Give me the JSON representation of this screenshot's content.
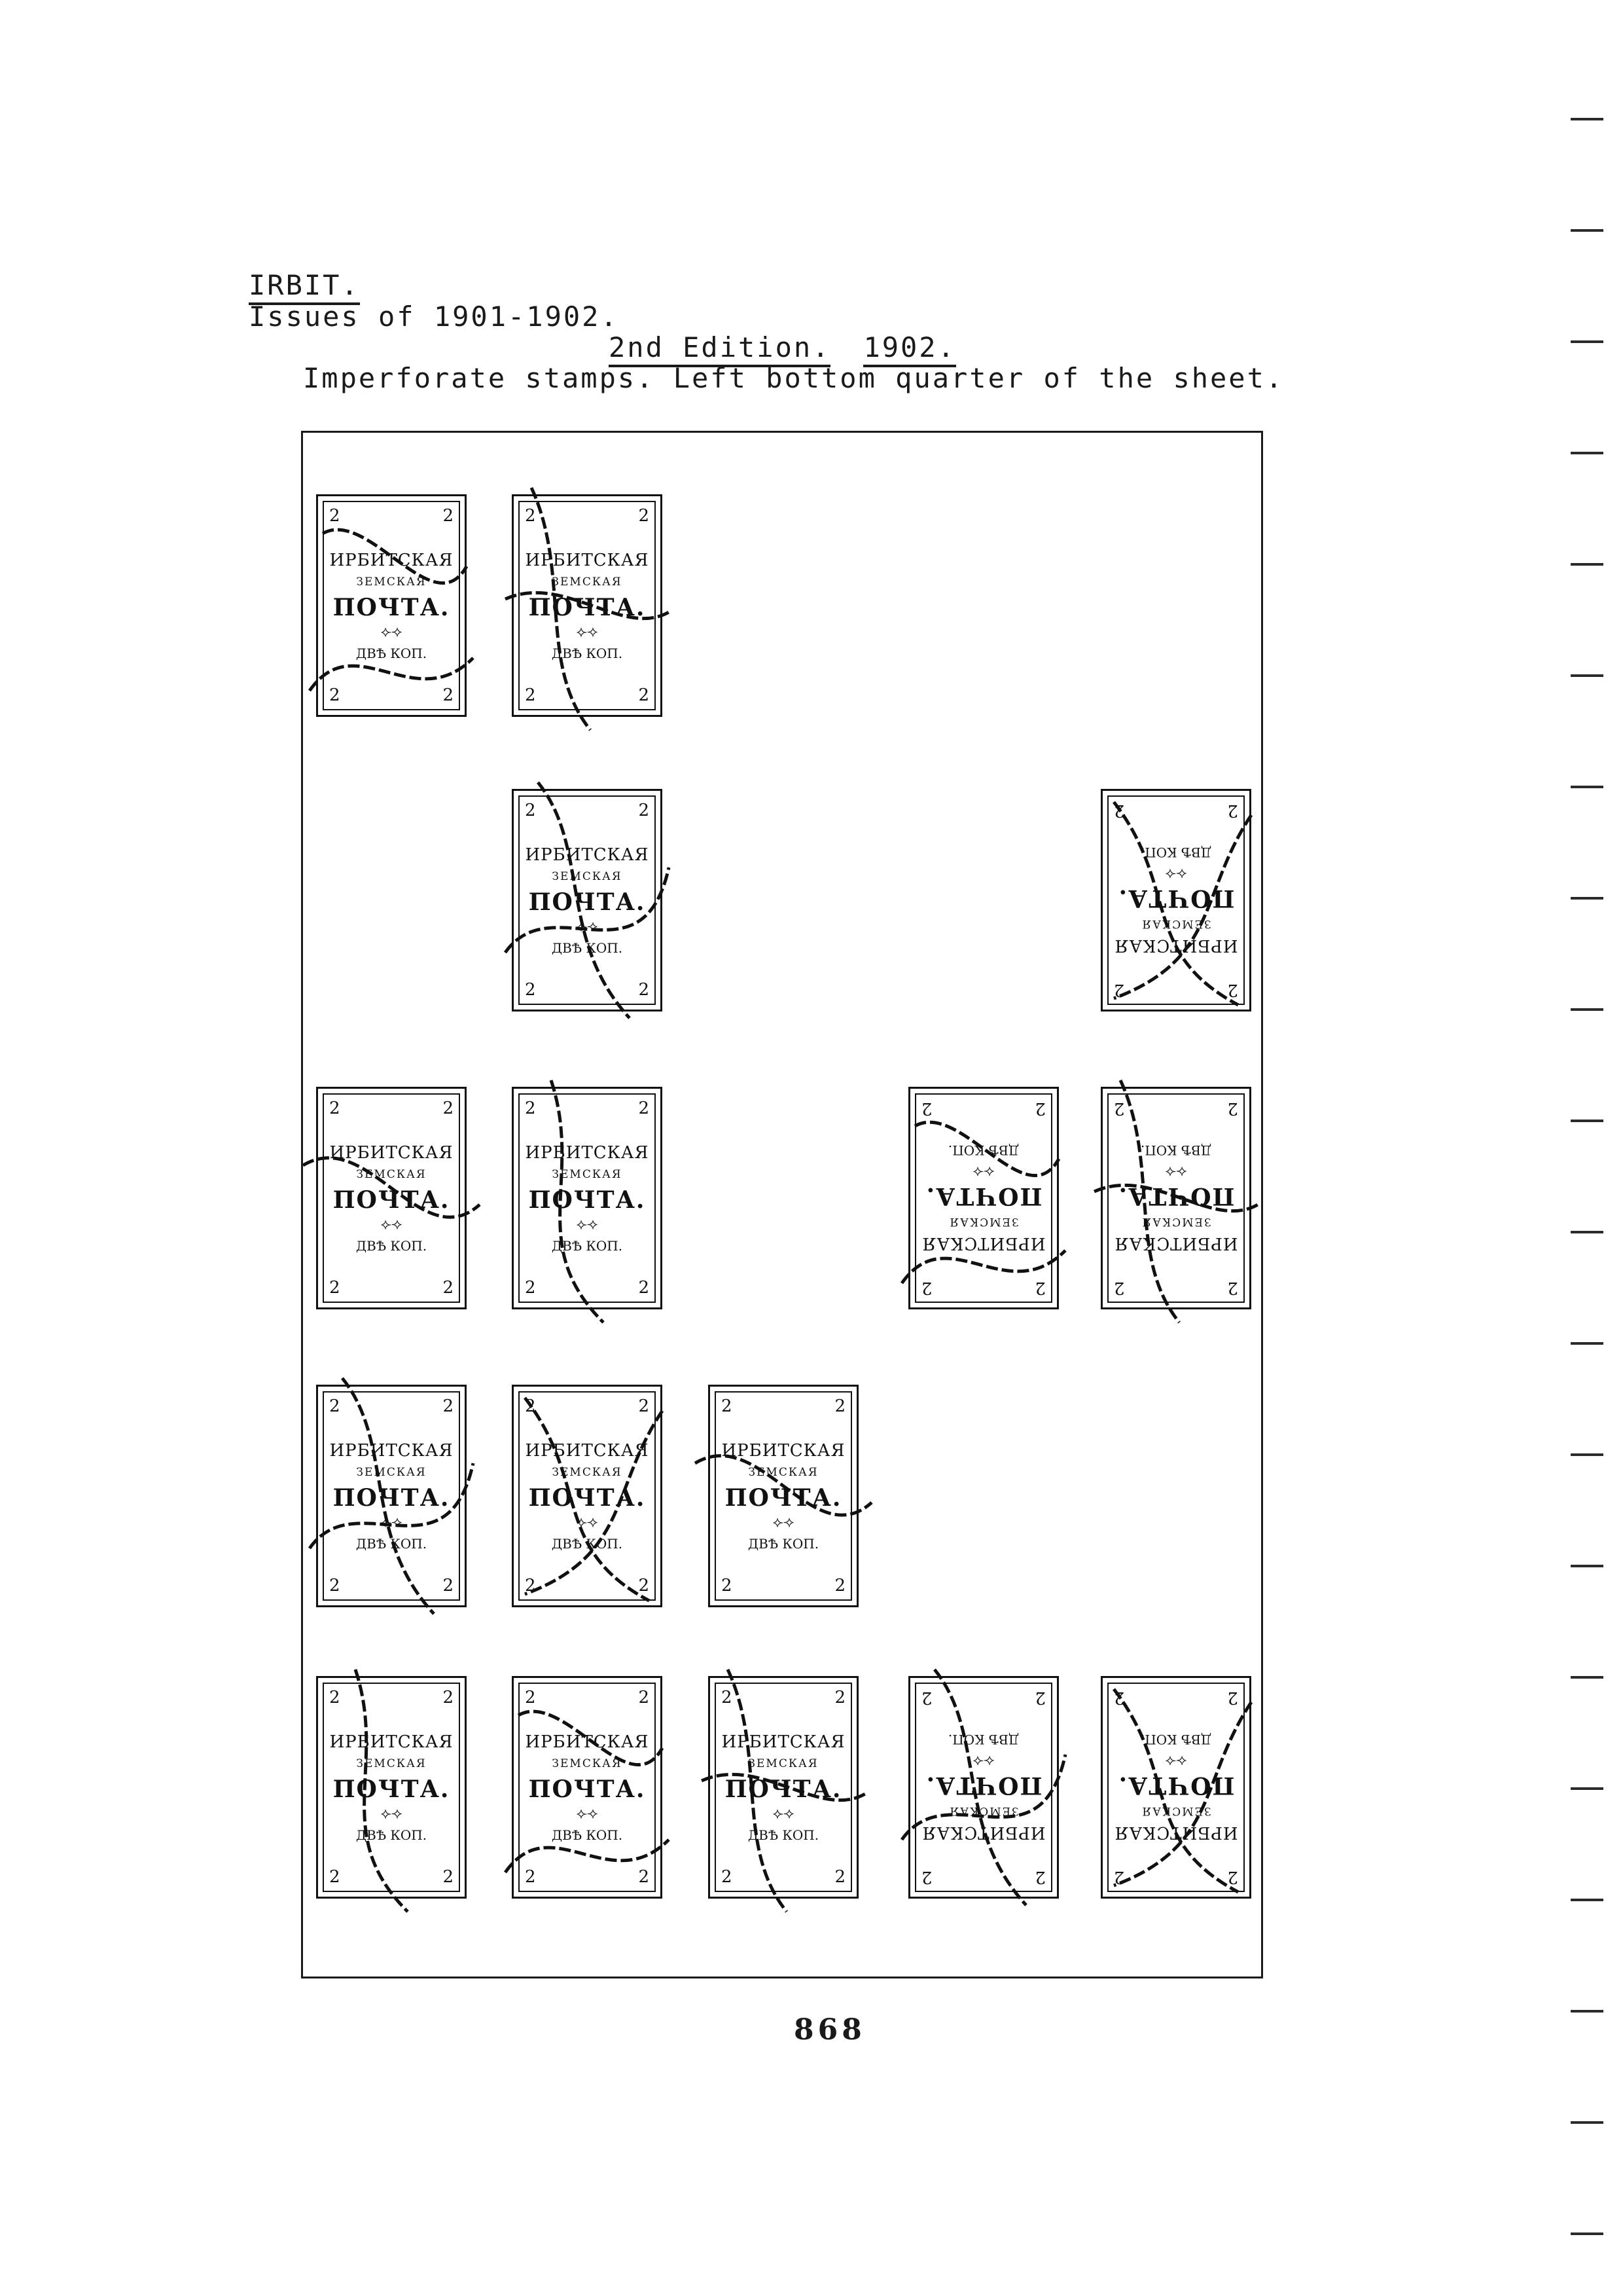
{
  "heading": {
    "place": "IRBIT.",
    "issues": "Issues of 1901-1902.",
    "edition": "2nd Edition.",
    "year": "1902.",
    "subtitle": "Imperforate stamps. Left bottom quarter of the sheet."
  },
  "stamp_text": {
    "corner": "2",
    "line1": "ИРБИТСКАЯ",
    "line2": "ЗЕМСКАЯ",
    "line3": "ПОЧТА.",
    "ornament": "⟣⟢",
    "line4": "ДВѢ КОП."
  },
  "stamps": [
    {
      "row": 0,
      "col": 0,
      "inverted": false
    },
    {
      "row": 0,
      "col": 1,
      "inverted": false
    },
    {
      "row": 1,
      "col": 1,
      "inverted": false
    },
    {
      "row": 1,
      "col": 4,
      "inverted": true
    },
    {
      "row": 2,
      "col": 0,
      "inverted": false
    },
    {
      "row": 2,
      "col": 1,
      "inverted": false
    },
    {
      "row": 2,
      "col": 3,
      "inverted": true
    },
    {
      "row": 2,
      "col": 4,
      "inverted": true
    },
    {
      "row": 3,
      "col": 0,
      "inverted": false
    },
    {
      "row": 3,
      "col": 1,
      "inverted": false
    },
    {
      "row": 3,
      "col": 2,
      "inverted": false
    },
    {
      "row": 4,
      "col": 0,
      "inverted": false
    },
    {
      "row": 4,
      "col": 1,
      "inverted": false
    },
    {
      "row": 4,
      "col": 2,
      "inverted": false
    },
    {
      "row": 4,
      "col": 3,
      "inverted": true
    },
    {
      "row": 4,
      "col": 4,
      "inverted": true
    }
  ],
  "page_number": "868"
}
